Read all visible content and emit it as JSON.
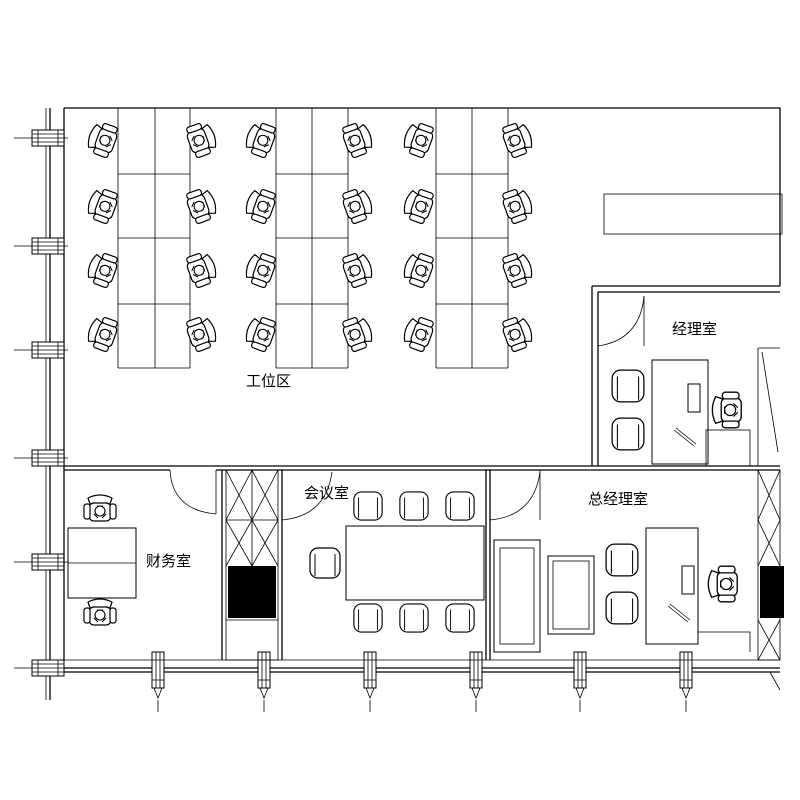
{
  "rooms": {
    "work_area": "工位区",
    "manager_office": "经理室",
    "meeting_room": "会议室",
    "finance_room": "财务室",
    "gm_office": "总经理室"
  }
}
